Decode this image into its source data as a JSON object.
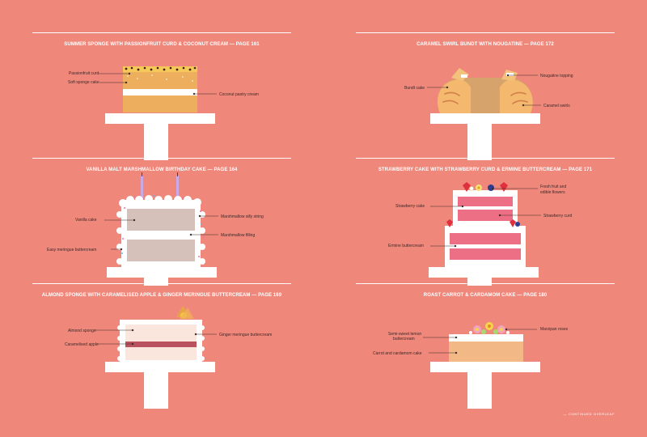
{
  "panels": [
    {
      "title": "SUMMER SPONGE WITH PASSIONFRUIT CURD & COCONUT CREAM — PAGE 161",
      "labels": [
        "Passionfruit curd",
        "Soft sponge cake",
        "Coconut pastry cream"
      ]
    },
    {
      "title": "CARAMEL SWIRL BUNDT WITH NOUGATINE — PAGE 172",
      "labels": [
        "Nougatine topping",
        "Bundt cake",
        "Caramel swirls"
      ]
    },
    {
      "title": "VANILLA MALT MARSHMALLOW BIRTHDAY CAKE — PAGE 164",
      "labels": [
        "Vanilla cake",
        "Marshmallow silly string",
        "Marshmallow filling",
        "Easy meringue buttercream"
      ]
    },
    {
      "title": "STRAWBERRY CAKE WITH STRAWBERRY CURD & ERMINE BUTTERCREAM — PAGE 171",
      "labels": [
        "Fresh fruit and",
        "edible flowers",
        "Strawberry cake",
        "Strawberry curd",
        "Ermine buttercream"
      ]
    },
    {
      "title": "ALMOND SPONGE WITH CARAMELISED APPLE & GINGER MERINGUE BUTTERCREAM — PAGE 169",
      "labels": [
        "Almond sponge",
        "Ginger meringue buttercream",
        "Caramelised apple"
      ]
    },
    {
      "title": "ROAST CARROT & CARDAMOM CAKE — PAGE 180",
      "labels": [
        "Marzipan roses",
        "Semi-sweet lemon",
        "buttercream",
        "Carrot and cardamom cake"
      ]
    }
  ],
  "footer": "— CONTINUED OVERLEAF",
  "colors": {
    "background": "#F0877B",
    "rule": "#FFFFFF",
    "sponge": "#EDAE5E",
    "vanilla": "#D6C1BA",
    "strawberry": "#EC6F86",
    "almond": "#FBE6DD",
    "apple": "#B9525E",
    "carrot": "#F2B987"
  }
}
